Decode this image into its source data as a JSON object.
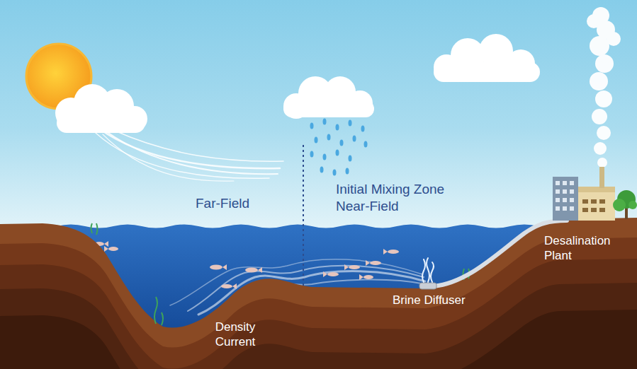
{
  "diagram": {
    "labels": [
      "Far-Field",
      "Initial Mixing Zone Near-Field",
      "Desalination Plant",
      "Brine Diffuser",
      "Density Current"
    ]
  }
}
